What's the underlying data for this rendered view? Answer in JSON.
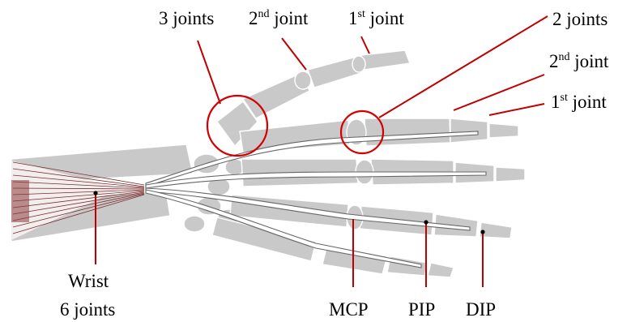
{
  "labels": {
    "thumb_3_joints": "3 joints",
    "thumb_2nd_num": "2",
    "thumb_2nd_sup": "nd",
    "thumb_2nd_word": " joint",
    "thumb_1st_num": "1",
    "thumb_1st_sup": "st",
    "thumb_1st_word": " joint",
    "finger_2_joints": "2 joints",
    "finger_2nd_num": "2",
    "finger_2nd_sup": "nd",
    "finger_2nd_word": " joint",
    "finger_1st_num": "1",
    "finger_1st_sup": "st",
    "finger_1st_word": " joint",
    "wrist_line1": "Wrist",
    "wrist_line2": "6 joints",
    "mcp": "MCP",
    "pip": "PIP",
    "dip": "DIP"
  },
  "colors": {
    "bone": "#c9c9c9",
    "annotation": "#c00000",
    "muscle": "#8b3a3a"
  }
}
